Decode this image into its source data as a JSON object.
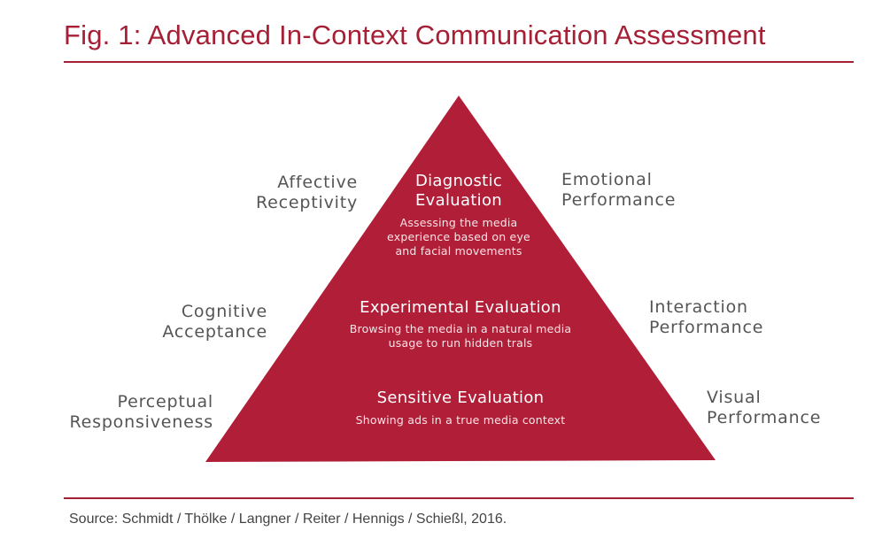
{
  "title": "Fig. 1: Advanced In-Context Communication Assessment",
  "colors": {
    "accent": "#a51f35",
    "pyramid": "#b01e38"
  },
  "left_labels": {
    "top": [
      "Affective",
      "Receptivity"
    ],
    "middle": [
      "Cognitive",
      "Acceptance"
    ],
    "bottom": [
      "Perceptual",
      "Responsiveness"
    ]
  },
  "right_labels": {
    "top": [
      "Emotional",
      "Performance"
    ],
    "middle": [
      "Interaction",
      "Performance"
    ],
    "bottom": [
      "Visual",
      "Performance"
    ]
  },
  "levels": {
    "diagnostic": {
      "title": [
        "Diagnostic",
        "Evaluation"
      ],
      "description": [
        "Assessing the media",
        "experience based on eye",
        "and facial movements"
      ]
    },
    "experimental": {
      "title": "Experimental Evaluation",
      "description": [
        "Browsing the media in a natural media",
        "usage to run hidden trals"
      ]
    },
    "sensitive": {
      "title": "Sensitive Evaluation",
      "description": "Showing ads in a true media context"
    }
  },
  "source": "Source: Schmidt / Thölke / Langner / Reiter / Hennigs / Schießl, 2016."
}
